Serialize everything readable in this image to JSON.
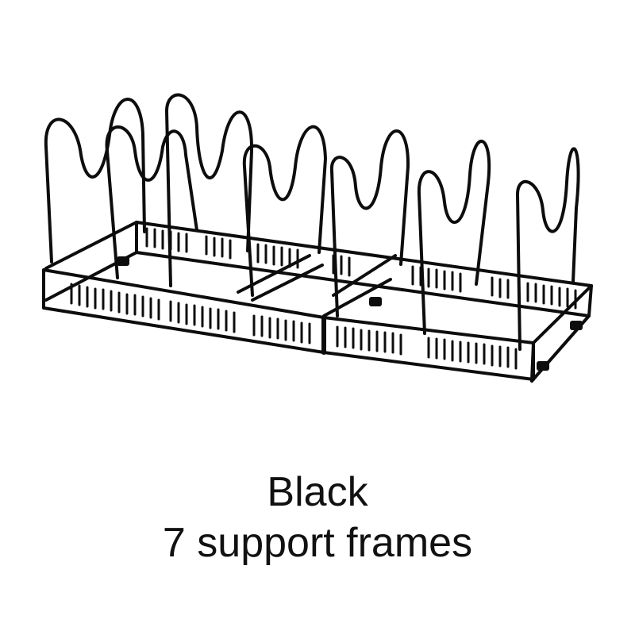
{
  "product": {
    "color_name": "Black",
    "frames_text": "7 support frames",
    "frame_count": 7,
    "illustration_icon": "expandable-pot-lid-rack-icon",
    "rack_color": "#0d0d0d",
    "background_color": "#ffffff"
  }
}
